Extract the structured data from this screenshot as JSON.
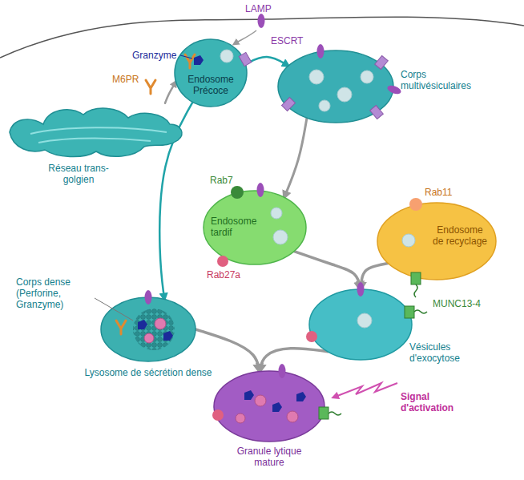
{
  "diagram": {
    "nodes": [
      {
        "text": [
          "Réseau trans-golgien"
        ]
      },
      {
        "text": [
          "Endosome Précoce"
        ]
      },
      {
        "text": [
          "Corps multivésiculaires"
        ]
      },
      {
        "text": [
          "Endosome tardif"
        ]
      },
      {
        "text": [
          "Endosome de recyclage"
        ]
      },
      {
        "text": [
          "Corps dense (Perforine, Granzyme)",
          "Lysosome de sécrétion dense"
        ]
      },
      {
        "text": [
          "Vésicules d'exocytose"
        ]
      },
      {
        "text": [
          "Granule lytique mature"
        ]
      }
    ],
    "edges": [
      {
        "from": 0,
        "to": 1,
        "arrow": "to"
      },
      {
        "from": 1,
        "to": 2,
        "arrow": "to"
      },
      {
        "from": 2,
        "to": 3,
        "arrow": "to"
      },
      {
        "from": 1,
        "to": 5,
        "arrow": "to"
      },
      {
        "from": 3,
        "to": 6,
        "arrow": "to"
      },
      {
        "from": 4,
        "to": 6,
        "arrow": "to"
      },
      {
        "from": 5,
        "to": 7,
        "arrow": "to"
      },
      {
        "from": 6,
        "to": 7,
        "arrow": "to"
      }
    ],
    "labels": [
      "LAMP",
      "M6PR",
      "ESCRT",
      "Granzyme",
      "Rab7",
      "Rab27a",
      "Rab11",
      "MUNC13-4",
      "Signal d'activation"
    ]
  }
}
